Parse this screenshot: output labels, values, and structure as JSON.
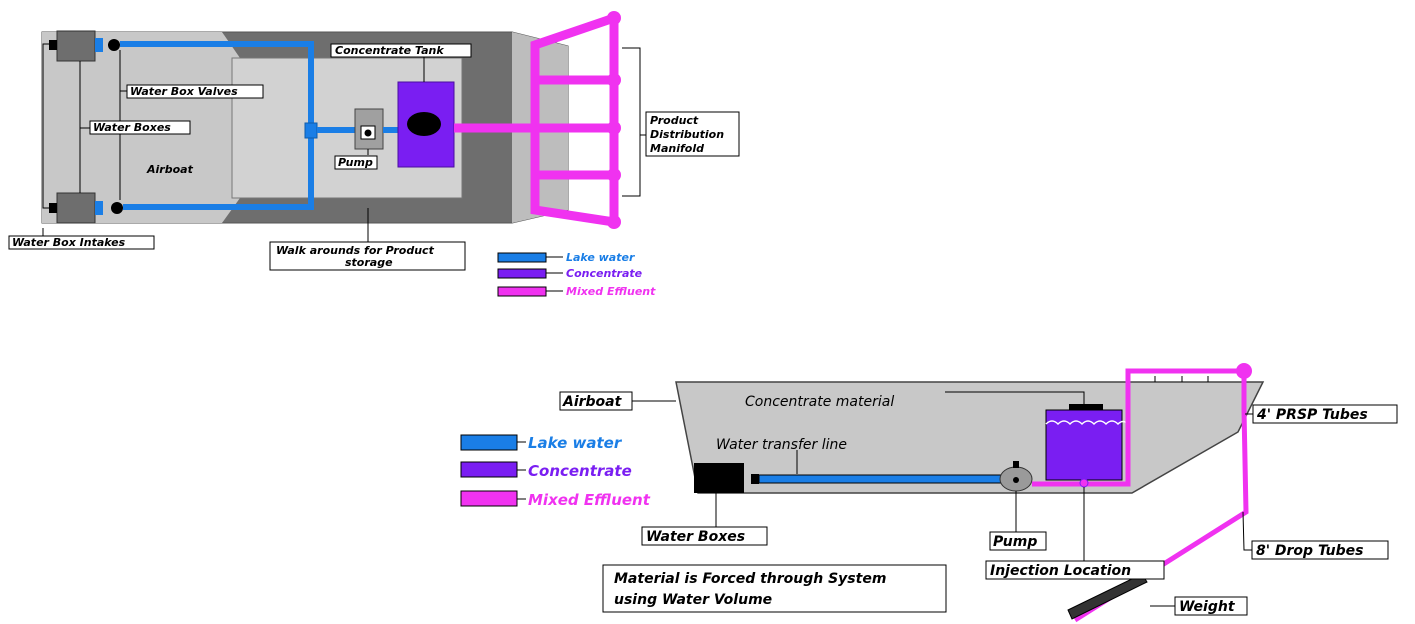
{
  "colors": {
    "lake_water": "#1a7ee6",
    "concentrate": "#7a1ef2",
    "mixed_effluent": "#f032f0",
    "hull_dark": "#6e6e6e",
    "hull_light": "#c8c8c8",
    "deck": "#d2d2d2"
  },
  "top_view": {
    "labels": {
      "concentrate_tank": "Concentrate Tank",
      "water_box_valves": "Water Box Valves",
      "water_boxes": "Water Boxes",
      "airboat": "Airboat",
      "pump": "Pump",
      "product_line1": "Product",
      "product_line2": "Distribution",
      "product_line3": "Manifold",
      "water_box_intakes": "Water Box Intakes",
      "walkarounds_line1": "Walk arounds for Product",
      "walkarounds_line2": "storage"
    },
    "legend": [
      {
        "label": "Lake water",
        "color_key": "lake_water"
      },
      {
        "label": "Concentrate",
        "color_key": "concentrate"
      },
      {
        "label": "Mixed Effluent",
        "color_key": "mixed_effluent"
      }
    ]
  },
  "side_view": {
    "labels": {
      "airboat": "Airboat",
      "concentrate_material": "Concentrate material",
      "water_transfer_line": "Water transfer line",
      "prsp_tubes": "4' PRSP Tubes",
      "water_boxes": "Water Boxes",
      "pump": "Pump",
      "drop_tubes": "8' Drop Tubes",
      "injection_location": "Injection Location",
      "weight": "Weight",
      "note_line1": "Material is Forced through System",
      "note_line2": "using Water Volume"
    },
    "legend": [
      {
        "label": "Lake water",
        "color_key": "lake_water"
      },
      {
        "label": "Concentrate",
        "color_key": "concentrate"
      },
      {
        "label": "Mixed Effluent",
        "color_key": "mixed_effluent"
      }
    ]
  }
}
